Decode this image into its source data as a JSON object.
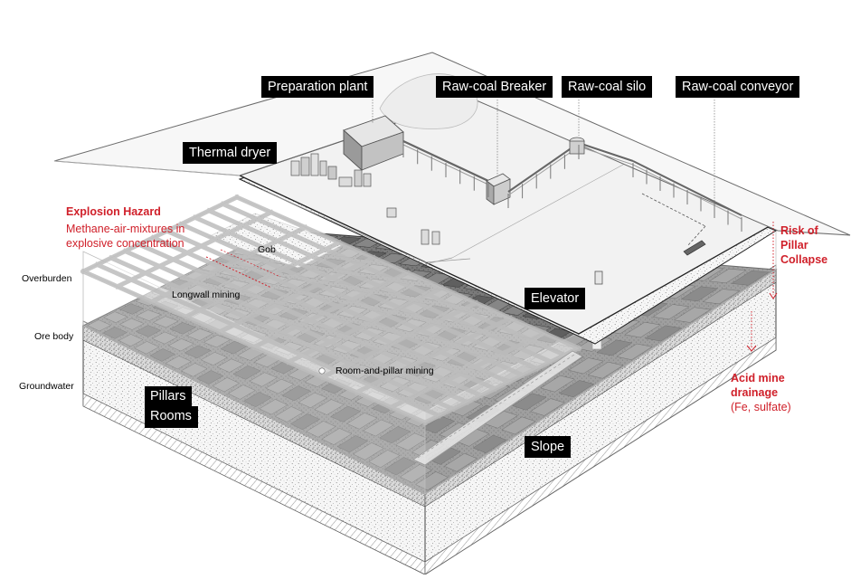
{
  "colors": {
    "hazard": "#d0202a",
    "label_bg": "#000000",
    "label_text": "#ffffff",
    "surface": "#efefef",
    "ore": "#6e6e6e"
  },
  "labels": {
    "preparation_plant": "Preparation plant",
    "raw_coal_breaker": "Raw-coal Breaker",
    "raw_coal_silo": "Raw-coal silo",
    "raw_coal_conveyor": "Raw-coal conveyor",
    "thermal_dryer": "Thermal dryer",
    "elevator": "Elevator",
    "slope": "Slope",
    "pillars": "Pillars",
    "rooms": "Rooms",
    "gob": "Gob",
    "longwall_mining": "Longwall mining",
    "room_and_pillar_mining": "Room-and-pillar mining"
  },
  "layers": {
    "overburden": "Overburden",
    "ore_body": "Ore body",
    "groundwater": "Groundwater"
  },
  "hazards": {
    "explosion_title": "Explosion Hazard",
    "explosion_line1": "Methane-air-mixtures in",
    "explosion_line2": "explosive concentration",
    "pillar_line1": "Risk of",
    "pillar_line2": "Pillar",
    "pillar_line3": "Collapse",
    "acid_line1": "Acid mine",
    "acid_line2": "drainage",
    "acid_line3": "(Fe, sulfate)"
  }
}
